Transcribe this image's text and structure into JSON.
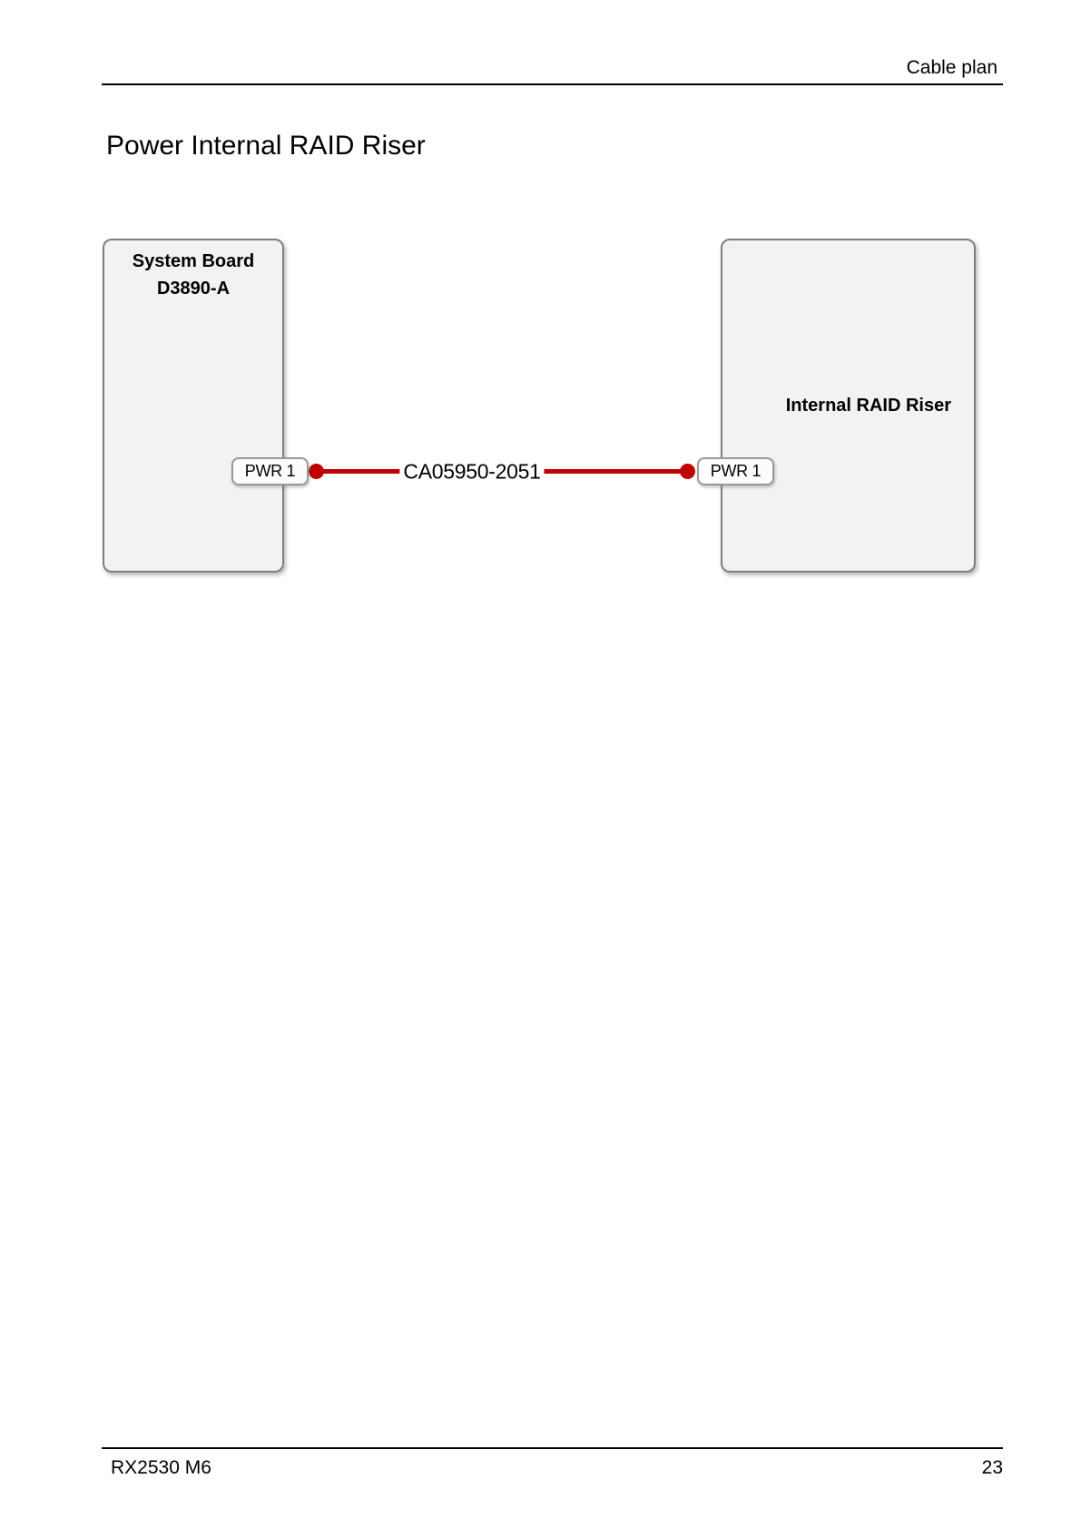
{
  "header": {
    "section_label": "Cable plan"
  },
  "page_title": "Power Internal RAID Riser",
  "diagram": {
    "left_node": {
      "name_line1": "System Board",
      "name_line2": "D3890-A",
      "port_label": "PWR 1"
    },
    "right_node": {
      "name": "Internal RAID Riser",
      "port_label": "PWR 1"
    },
    "cable": {
      "part_number": "CA05950-2051",
      "from_port": "PWR 1",
      "to_port": "PWR 1"
    }
  },
  "footer": {
    "model": "RX2530 M6",
    "page_number": "23"
  },
  "colors": {
    "cable_red": "#c00000",
    "node_fill": "#f2f2f2",
    "node_border": "#7f7f7f",
    "port_fill": "#fcfcfc",
    "rule_black": "#000000"
  }
}
